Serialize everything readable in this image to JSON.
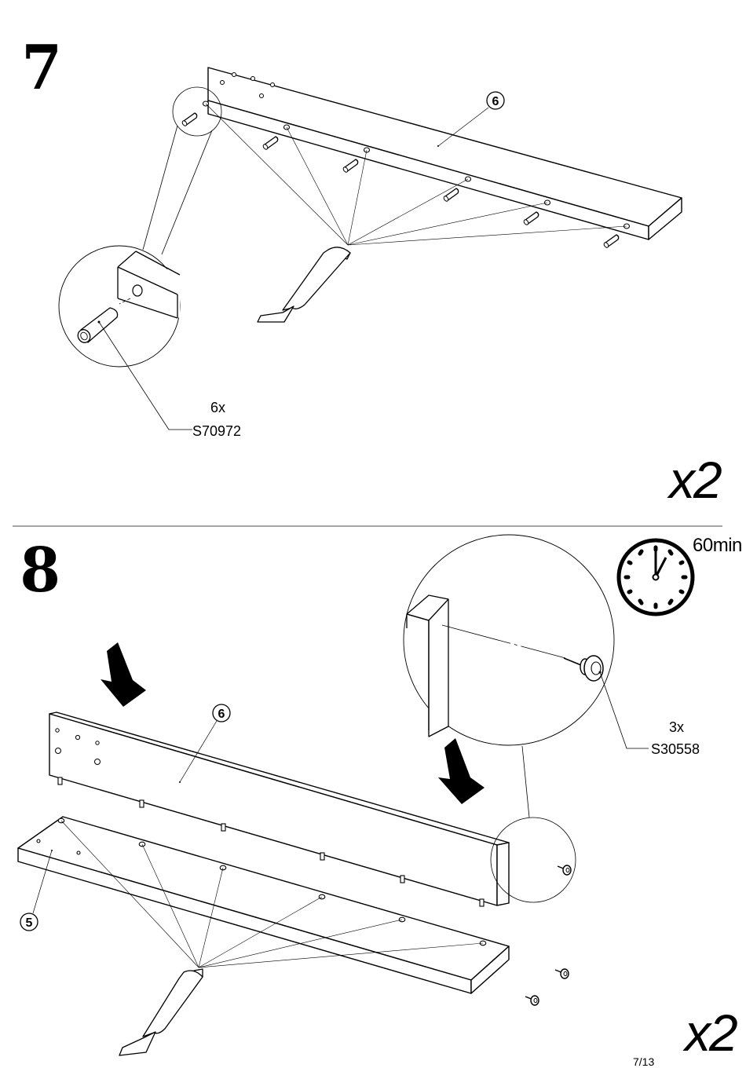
{
  "step7": {
    "number": "7",
    "multiplier": "x2",
    "part_label": "6",
    "dowel_quantity": "6x",
    "dowel_code": "S70972"
  },
  "step8": {
    "number": "8",
    "multiplier": "x2",
    "time": "60min",
    "top_part_label": "6",
    "bottom_part_label": "5",
    "nail_quantity": "3x",
    "nail_code": "S30558"
  },
  "page_number": "7/13",
  "icons": [
    "down-arrow-icon",
    "clock-icon",
    "glue-tube-icon",
    "dowel-icon",
    "nail-icon",
    "magnifier-circle-icon"
  ]
}
